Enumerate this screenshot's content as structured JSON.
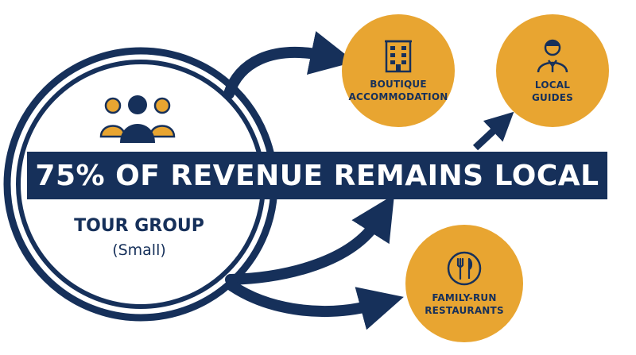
{
  "headline": "75% OF REVENUE REMAINS LOCAL",
  "tour_group": {
    "title": "TOUR GROUP",
    "subtitle": "(Small)",
    "icon": "people-group-icon"
  },
  "destinations": [
    {
      "label": "BOUTIQUE\nACCOMMODATION",
      "icon": "building-icon"
    },
    {
      "label": "LOCAL\nGUIDES",
      "icon": "guide-person-icon"
    },
    {
      "label": "FAMILY-RUN\nRESTAURANTS",
      "icon": "fork-knife-icon"
    }
  ],
  "colors": {
    "navy": "#16305A",
    "gold": "#E8A531",
    "background": "#FFFFFF"
  }
}
